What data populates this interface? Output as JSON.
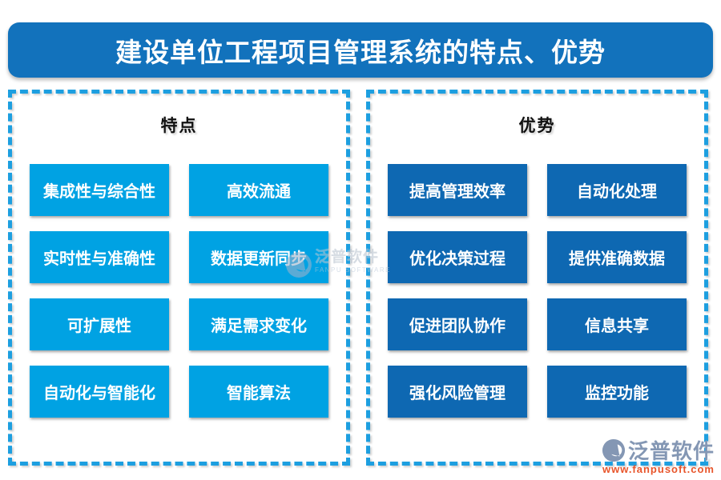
{
  "title": "建设单位工程项目管理系统的特点、优势",
  "panels": [
    {
      "header": "特点",
      "items": [
        "集成性与综合性",
        "高效流通",
        "实时性与准确性",
        "数据更新同步",
        "可扩展性",
        "满足需求变化",
        "自动化与智能化",
        "智能算法"
      ]
    },
    {
      "header": "优势",
      "items": [
        "提高管理效率",
        "自动化处理",
        "优化决策过程",
        "提供准确数据",
        "促进团队协作",
        "信息共享",
        "强化风险管理",
        "监控功能"
      ]
    }
  ],
  "watermark": {
    "name": "泛普软件",
    "subtext": "FANPU SOFTWARE"
  },
  "logo": {
    "name": "泛普软件",
    "url": "www.fanpusoft.com"
  },
  "colors": {
    "banner_blue": "#1272bc",
    "feature_cyan": "#00a2e3",
    "advantage_blue": "#0e68b2",
    "dash_blue": "#1d9fe0",
    "url_orange": "#e8552b",
    "logo_grey_blue": "#8497b4"
  }
}
